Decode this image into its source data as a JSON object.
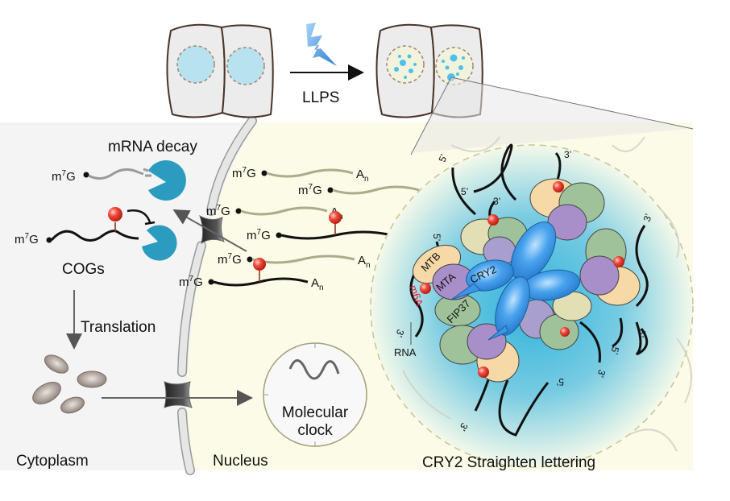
{
  "figure": {
    "top": {
      "process_label": "LLPS",
      "stimulus_icon": "lightning-icon"
    },
    "cytoplasm": {
      "region_label": "Cytoplasm",
      "decay_title": "mRNA decay",
      "cogs_label": "COGs",
      "translation_label": "Translation",
      "cap_label": "m",
      "cap_sup": "7",
      "cap_suffix": "G"
    },
    "nucleus": {
      "region_label": "Nucleus",
      "clock_label_line1": "Molecular",
      "clock_label_line2": "clock",
      "tail_label": "A",
      "tail_sub": "n"
    },
    "condensate": {
      "title": "CRY2 Straighten lettering",
      "proteins": [
        "MTB",
        "MTA",
        "CRY2",
        "FIP37"
      ],
      "modification_label": "m6A",
      "rna_label": "RNA",
      "five_prime": "5’",
      "three_prime": "3’"
    },
    "colors": {
      "nucleus_bg": "#fbfbe8",
      "cytoplasm_bg": "#f3f3f3",
      "condensate_blue": "#6fc6e0",
      "cry2_blue": "#3c95e6",
      "mta_purple": "#a98fc9",
      "mtb_peach": "#f6d9a6",
      "fip37_green": "#9fc29a",
      "m6a_red": "#e03a2e",
      "pacman_teal": "#2b9cbf",
      "nucleus_droplet": "#bfe3f1"
    }
  }
}
